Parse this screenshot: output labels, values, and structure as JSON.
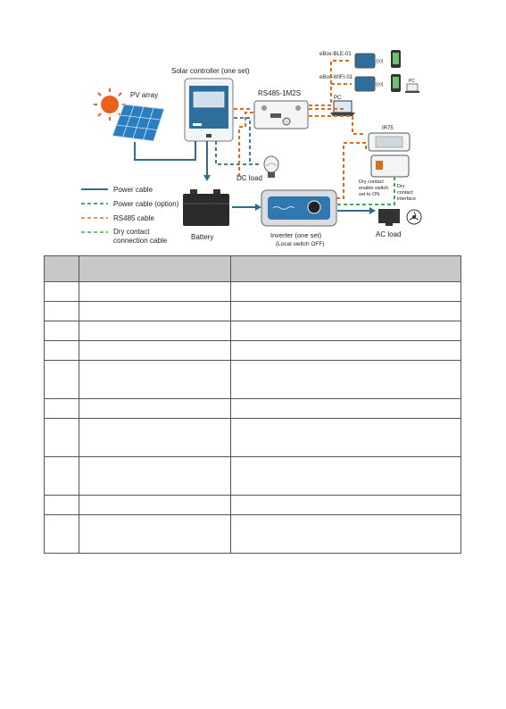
{
  "diagram": {
    "labels": {
      "solar_controller": "Solar controller (one set)",
      "pv_array": "PV array",
      "rs485_converter": "RS485-1M2S",
      "ebox_ble": "eBox-BLE-01",
      "ebox_wifi": "eBox-WIFI-01",
      "pc_small": "PC",
      "pc": "PC",
      "device_model": "IR75",
      "dc_load": "DC load",
      "battery": "Battery",
      "inverter_line1": "Inverter (one set)",
      "inverter_line2": "(Local switch OFF)",
      "ac_load": "AC load",
      "dry_enable_1": "Dry contact",
      "dry_enable_2": "enable switch",
      "dry_enable_3": "set to ON",
      "dry_iface_1": "Dry",
      "dry_iface_2": "contact",
      "dry_iface_3": "interface"
    },
    "legend": [
      {
        "label": "Power cable",
        "color": "#2b6f8c",
        "dash": "none"
      },
      {
        "label": "Power cable (option)",
        "color": "#2b6f8c",
        "dash": "4,3"
      },
      {
        "label": "RS485 cable",
        "color": "#e06a1d",
        "dash": "4,3"
      },
      {
        "label": "Dry contact",
        "label2": "connection cable",
        "color": "#3fae49",
        "dash": "4,3"
      }
    ],
    "colors": {
      "power": "#2b6f8c",
      "rs485": "#e06a1d",
      "dry": "#3fae49",
      "sun": "#e8621c",
      "panel": "#2a7dc1"
    }
  },
  "table": {
    "headers": [
      "",
      "",
      ""
    ],
    "rows": [
      {
        "cells": [
          "",
          "",
          ""
        ],
        "tall": false
      },
      {
        "cells": [
          "",
          "",
          ""
        ],
        "tall": false
      },
      {
        "cells": [
          "",
          "",
          ""
        ],
        "tall": false
      },
      {
        "cells": [
          "",
          "",
          ""
        ],
        "tall": false
      },
      {
        "cells": [
          "",
          "",
          ""
        ],
        "tall": true
      },
      {
        "cells": [
          "",
          "",
          ""
        ],
        "tall": false
      },
      {
        "cells": [
          "",
          "",
          ""
        ],
        "tall": true
      },
      {
        "cells": [
          "",
          "",
          ""
        ],
        "tall": true
      },
      {
        "cells": [
          "",
          "",
          ""
        ],
        "tall": false
      },
      {
        "cells": [
          "",
          "",
          ""
        ],
        "tall": true
      }
    ]
  }
}
